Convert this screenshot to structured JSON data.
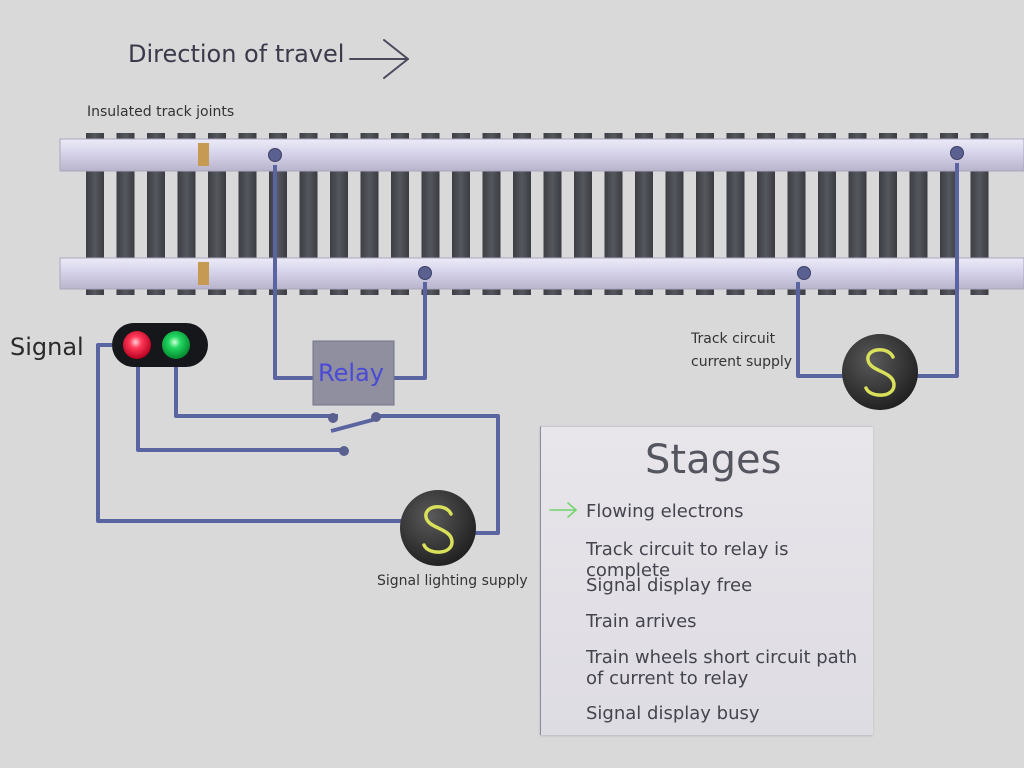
{
  "title": "Direction of travel",
  "labels": {
    "insulated_joints": "Insulated track joints",
    "signal": "Signal",
    "relay": "Relay",
    "track_circuit_supply": "Track circuit current supply",
    "signal_lighting_supply": "Signal lighting supply",
    "supply_symbol": "S"
  },
  "stages": {
    "title": "Stages",
    "items": [
      "Flowing electrons",
      "Track circuit to relay is complete",
      "Signal display free",
      "Train arrives",
      "Train wheels short circuit path of current  to relay",
      "Signal display busy"
    ],
    "current_index": 0
  },
  "colors": {
    "background": "#d9d9d9",
    "rail": "#d6d3ea",
    "sleeper": "#4a4c52",
    "wire": "#5a64a0",
    "signal_red": "#ff2a4a",
    "signal_green": "#1fcf5a",
    "joint": "#c69a52",
    "arrow_current": "#6fd46a",
    "supply_s": "#d9e05a"
  }
}
